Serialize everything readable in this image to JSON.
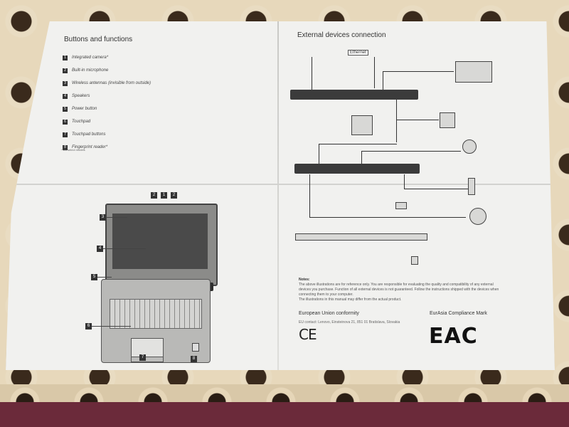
{
  "left_page": {
    "title": "Buttons and functions",
    "items": [
      {
        "num": "1",
        "label": "Integrated camera*"
      },
      {
        "num": "2",
        "label": "Built-in microphone"
      },
      {
        "num": "3",
        "label": "Wireless antennas (invisible from outside)"
      },
      {
        "num": "4",
        "label": "Speakers"
      },
      {
        "num": "5",
        "label": "Power button"
      },
      {
        "num": "6",
        "label": "Touchpad"
      },
      {
        "num": "7",
        "label": "Touchpad buttons"
      },
      {
        "num": "8",
        "label": "Fingerprint reader*"
      }
    ],
    "footnote": "* On select models",
    "callouts": [
      "2",
      "1",
      "2",
      "3",
      "4",
      "5",
      "6",
      "7",
      "8"
    ]
  },
  "right_page": {
    "title": "External devices connection",
    "ethernet_label": "Ethernet",
    "notes": {
      "heading": "Notes:",
      "lines": [
        "The above illustrations are for reference only. You are responsible for evaluating the quality and compatibility of any external devices you purchase. Function of all external devices is not guaranteed. Follow the instructions shipped with the devices when connecting them to your computer.",
        "The illustrations in this manual may differ from the actual product."
      ]
    },
    "eu": {
      "title": "European Union conformity",
      "contact": "EU contact: Lenovo, Einsteinova 21, 851 01 Bratislava, Slovakia",
      "mark": "CE"
    },
    "eac": {
      "title": "EurAsia Compliance Mark",
      "mark": "EAC"
    }
  },
  "colors": {
    "paper": "#f1f1ef",
    "ink": "#333333",
    "cloth": "#e7d8bb",
    "floor": "#6b2a3a"
  }
}
